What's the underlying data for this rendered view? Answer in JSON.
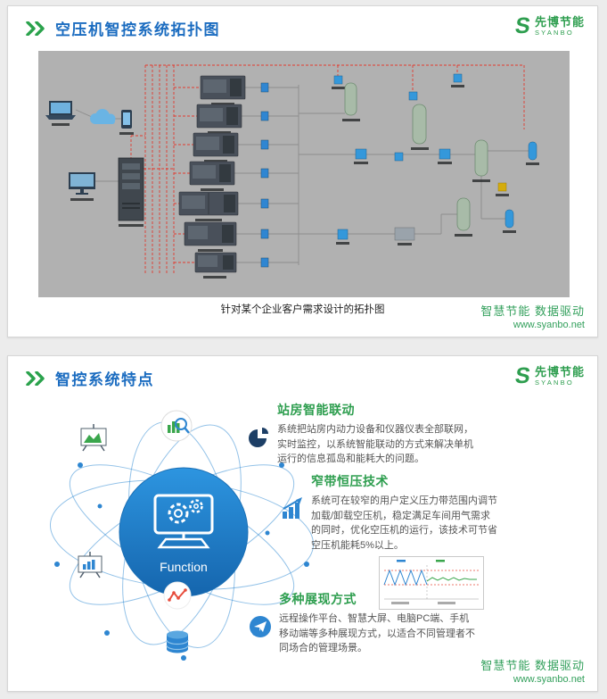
{
  "logo": {
    "mark": "S",
    "name": "先博节能",
    "sub": "SYANBO"
  },
  "footer": {
    "slogan": "智慧节能 数据驱动",
    "url": "www.syanbo.net"
  },
  "colors": {
    "accent_blue": "#1b6cc0",
    "accent_green": "#2e9e4f",
    "footer_green": "#33a05c",
    "bus_red": "#e23a2e",
    "diagram_bg": "#b1b1b1"
  },
  "slide1": {
    "title": "空压机智控系统拓扑图",
    "caption": "针对某个企业客户需求设计的拓扑图",
    "diagram_icons": [
      "laptop-icon",
      "cloud-icon",
      "smartphone-icon",
      "monitor-icon",
      "control-cabinet-icon",
      "air-compressor-icon",
      "pressure-sensor-icon",
      "air-tank-icon",
      "dryer-icon",
      "filter-icon",
      "gauge-icon"
    ]
  },
  "slide2": {
    "title": "智控系统特点",
    "hub": {
      "label": "Function",
      "icons": [
        "computer-gears-icon",
        "search-analytics-icon",
        "area-chart-board-icon",
        "bar-chart-board-icon",
        "line-chart-icon",
        "database-icon"
      ]
    },
    "features": [
      {
        "title": "站房智能联动",
        "icon": "pie-chart-icon",
        "text": "系统把站房内动力设备和仪器仪表全部联网，实时监控，以系统智能联动的方式来解决单机运行的信息孤岛和能耗大的问题。"
      },
      {
        "title": "窄带恒压技术",
        "icon": "trend-bar-chart-icon",
        "text": "系统可在较窄的用户定义压力带范围内调节加载/卸载空压机，稳定满足车间用气需求的同时，优化空压机的运行，该技术可节省空压机能耗5%以上。"
      },
      {
        "title": "多种展现方式",
        "icon": "paper-plane-icon",
        "text": "远程操作平台、智慧大屏、电脑PC端、手机移动端等多种展现方式，以适合不同管理者不同场合的管理场景。"
      }
    ]
  }
}
